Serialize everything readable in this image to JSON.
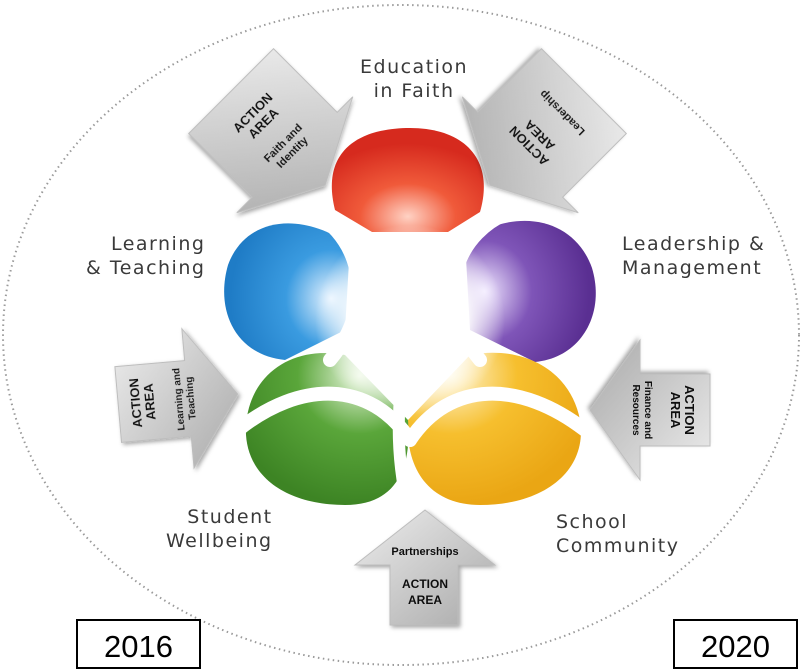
{
  "areas": {
    "education": [
      "Education",
      "in Faith"
    ],
    "leadership": [
      "Leadership &",
      "Management"
    ],
    "learning": [
      "Learning",
      "& Teaching"
    ],
    "wellbeing": [
      "Student",
      "Wellbeing"
    ],
    "community": [
      "School",
      "Community"
    ]
  },
  "action_areas": {
    "faith": {
      "heading": [
        "ACTION",
        "AREA"
      ],
      "label": [
        "Faith and",
        "Identity"
      ]
    },
    "leadership": {
      "heading": [
        "ACTION",
        "AREA"
      ],
      "label": [
        "Leadership"
      ]
    },
    "learning": {
      "heading": [
        "ACTION",
        "AREA"
      ],
      "label": [
        "Learning and",
        "Teaching"
      ]
    },
    "finance": {
      "heading": [
        "ACTION",
        "AREA"
      ],
      "label": [
        "Finance and",
        "Resources"
      ]
    },
    "partnerships": {
      "heading": [
        "ACTION",
        "AREA"
      ],
      "label": [
        "Partnerships"
      ]
    }
  },
  "years": {
    "start": "2016",
    "end": "2020"
  },
  "colors": {
    "education": "#e8392b",
    "leadership": "#6b3fa0",
    "learning": "#2a8fd6",
    "wellbeing": "#4d9a2f",
    "community": "#f3b61f",
    "arrow": "#c9c9c9"
  }
}
